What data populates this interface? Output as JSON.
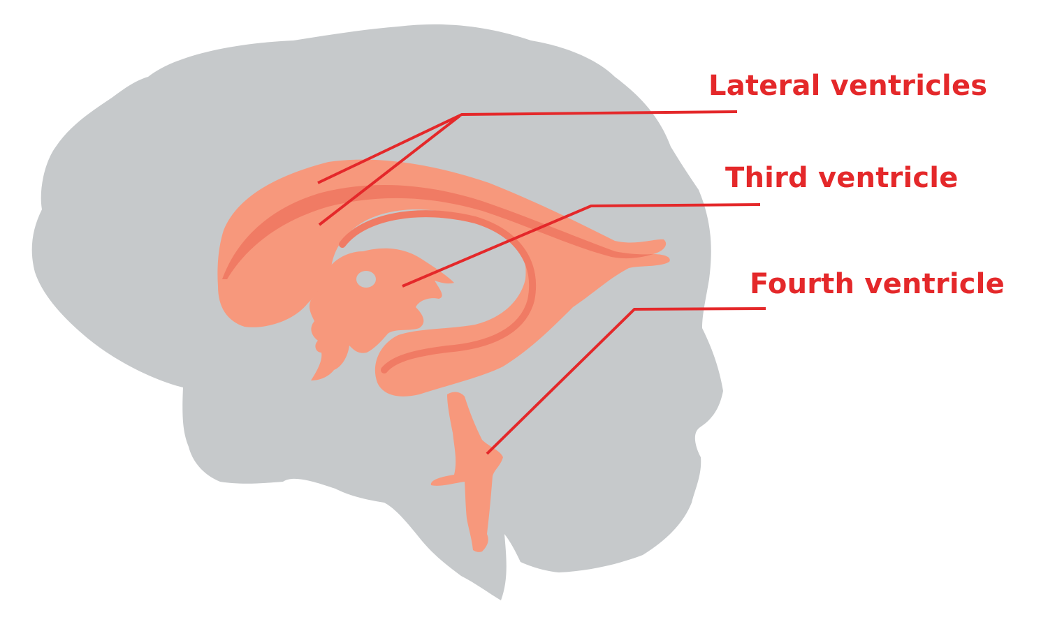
{
  "diagram": {
    "subject": "Brain ventricular system (sagittal view)",
    "colors": {
      "brain": "#c6c9cb",
      "ventricle": "#f7987c",
      "ventricle_shade": "#f07b64",
      "leader_line": "#e4282a",
      "label_text": "#e4282a",
      "background": "#ffffff"
    },
    "labels": [
      {
        "id": "lateral",
        "text": "Lateral ventricles"
      },
      {
        "id": "third",
        "text": "Third ventricle"
      },
      {
        "id": "fourth",
        "text": "Fourth ventricle"
      }
    ]
  }
}
